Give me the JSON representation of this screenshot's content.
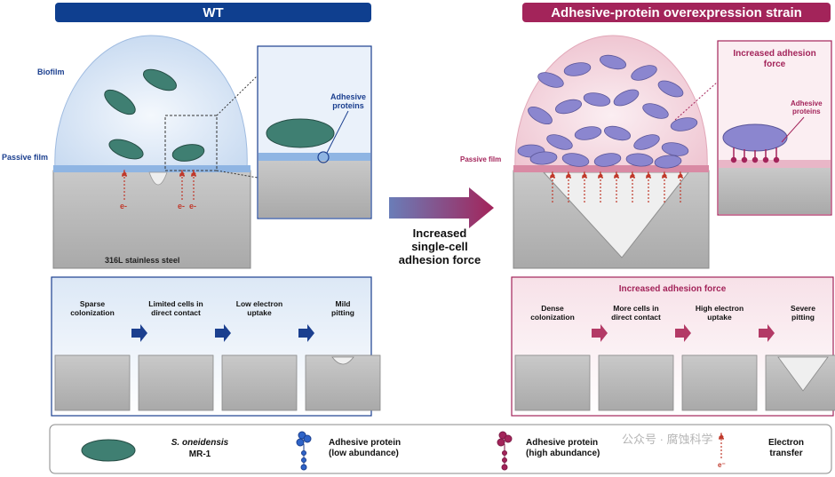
{
  "colors": {
    "wt_blue": "#0f3f8f",
    "mut_pink": "#a3245a",
    "arrow_blue": "#1b3f8f",
    "arrow_pink": "#b33a66",
    "electron_red": "#c0392b"
  },
  "wt": {
    "header": "WT",
    "biofilm_label": "Biofilm",
    "passive_label": "Passive film",
    "steel_label": "316L stainless steel",
    "inset_label": "Adhesive\nproteins",
    "electrons": [
      "e-",
      "e-",
      "e-"
    ],
    "steps": [
      {
        "label": "Sparse\ncolonization"
      },
      {
        "label": "Limited cells in\ndirect contact"
      },
      {
        "label": "Low electron\nuptake"
      },
      {
        "label": "Mild\npitting"
      }
    ]
  },
  "middle": {
    "label": "Increased\nsingle-cell\nadhesion force"
  },
  "mut": {
    "header": "Adhesive-protein overexpression strain",
    "passive_label": "Passive film",
    "inset_title": "Increased adhesion\nforce",
    "inset_label": "Adhesive\nproteins",
    "panel_title": "Increased adhesion force",
    "steps": [
      {
        "label": "Dense\ncolonization"
      },
      {
        "label": "More cells in\ndirect contact"
      },
      {
        "label": "High electron\nuptake"
      },
      {
        "label": "Severe\npitting"
      }
    ]
  },
  "legend": {
    "cell_name": "S. oneidensis",
    "cell_strain": "MR-1",
    "low_label": "Adhesive protein\n(low abundance)",
    "high_label": "Adhesive protein\n(high abundance)",
    "electron_label": "Electron\ntransfer",
    "watermark": "公众号 · 腐蚀科学"
  }
}
